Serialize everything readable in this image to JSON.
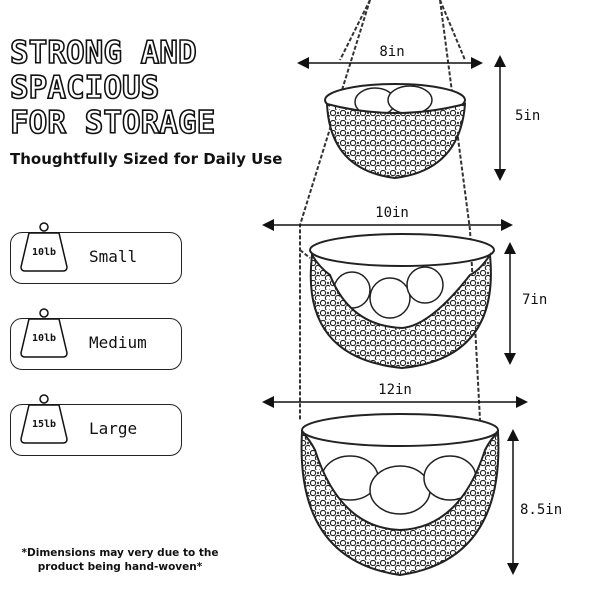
{
  "headline": {
    "lines": [
      "STRONG AND",
      "SPACIOUS",
      "FOR STORAGE"
    ]
  },
  "subtitle": "Thoughtfully Sized for Daily Use",
  "sizes": [
    {
      "weight": "10lb",
      "label": "Small"
    },
    {
      "weight": "10lb",
      "label": "Medium"
    },
    {
      "weight": "15lb",
      "label": "Large"
    }
  ],
  "baskets": [
    {
      "width": "8in",
      "height": "5in"
    },
    {
      "width": "10in",
      "height": "7in"
    },
    {
      "width": "12in",
      "height": "8.5in"
    }
  ],
  "note": "*Dimensions may very due to the product being hand-woven*"
}
